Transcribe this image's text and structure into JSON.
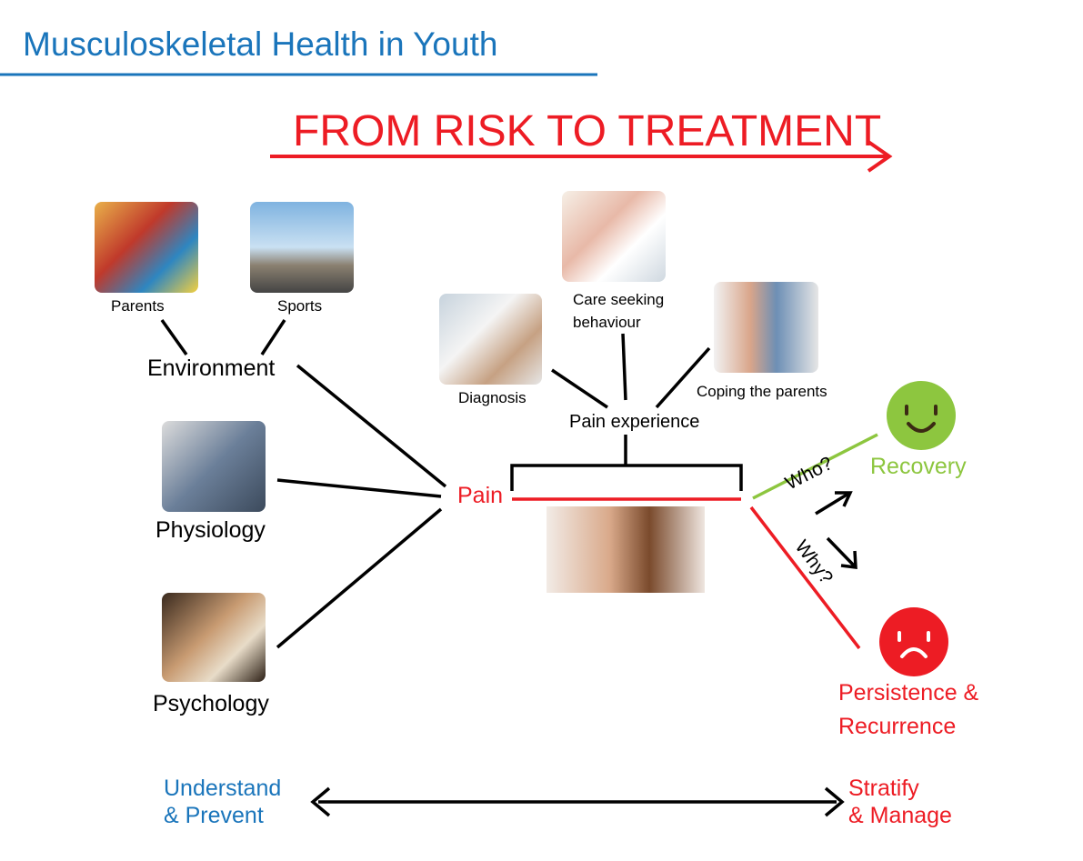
{
  "title": "Musculoskeletal Health in Youth",
  "banner": "FROM RISK TO TREATMENT",
  "risk_factors": {
    "environment": {
      "label": "Environment",
      "children": [
        "Parents",
        "Sports"
      ]
    },
    "physiology": "Physiology",
    "psychology": "Psychology"
  },
  "center": "Pain",
  "pain_experience": {
    "label": "Pain experience",
    "children": [
      "Diagnosis",
      "Care seeking",
      "behaviour",
      "Coping the parents"
    ]
  },
  "outcomes": {
    "who": "Who?",
    "why": "Why?",
    "recovery": "Recovery",
    "persistence_1": "Persistence &",
    "persistence_2": "Recurrence"
  },
  "bottom": {
    "left_1": "Understand",
    "left_2": "& Prevent",
    "right_1": "Stratify",
    "right_2": "& Manage"
  },
  "colors": {
    "blue": "#1a75bb",
    "red": "#ed1c24",
    "green": "#8dc63f"
  }
}
